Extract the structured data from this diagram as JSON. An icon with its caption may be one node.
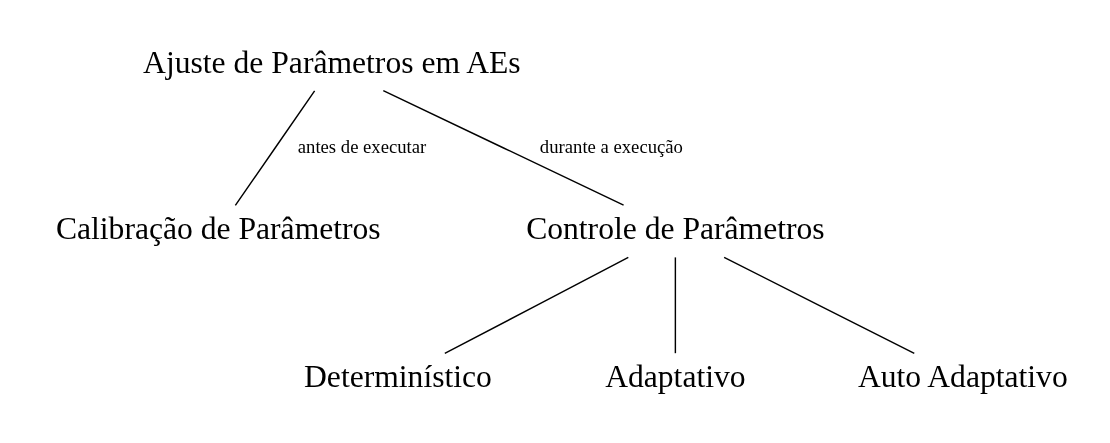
{
  "diagram": {
    "nodes": [
      {
        "text": [
          "Ajuste de Parâmetros em AEs"
        ]
      },
      {
        "text": [
          "Calibração de Parâmetros"
        ]
      },
      {
        "text": [
          "Controle de Parâmetros"
        ]
      },
      {
        "text": [
          "Determinístico"
        ]
      },
      {
        "text": [
          "Adaptativo"
        ]
      },
      {
        "text": [
          "Auto Adaptativo"
        ]
      }
    ],
    "edges": [
      {
        "from": 0,
        "to": 1,
        "arrow": "none",
        "label": "antes de executar"
      },
      {
        "from": 0,
        "to": 2,
        "arrow": "none",
        "label": "durante a execução"
      },
      {
        "from": 2,
        "to": 3,
        "arrow": "none"
      },
      {
        "from": 2,
        "to": 4,
        "arrow": "none"
      },
      {
        "from": 2,
        "to": 5,
        "arrow": "none"
      }
    ]
  }
}
